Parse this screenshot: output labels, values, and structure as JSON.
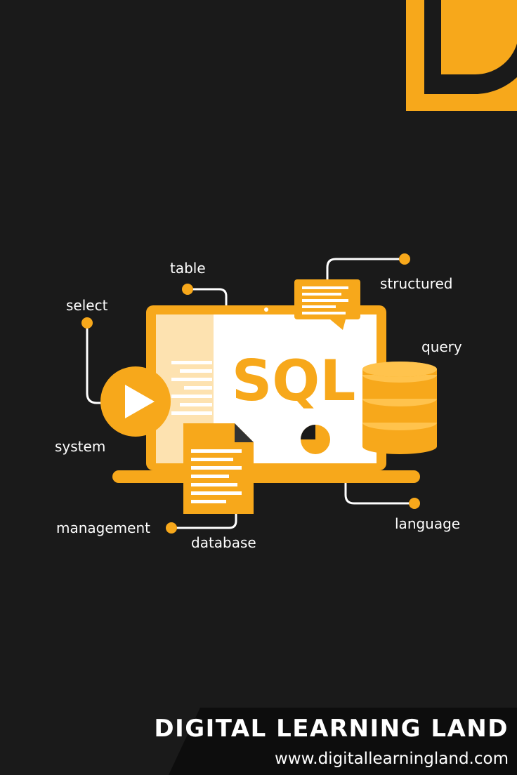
{
  "colors": {
    "background": "#1a1a1a",
    "accent": "#f7a81b",
    "accent_light": "#ffc34d",
    "panel_light": "#fde2b0",
    "screen_white": "#ffffff",
    "footer": "#0d0d0d"
  },
  "logo": {
    "icon": "d-letter-logo-icon"
  },
  "illustration": {
    "screen_text": "SQL",
    "icons": [
      "laptop-icon",
      "play-icon",
      "database-icon",
      "document-icon",
      "chat-bubble-icon",
      "pie-chart-icon"
    ]
  },
  "labels": {
    "table": "table",
    "select": "select",
    "structured": "structured",
    "query": "query",
    "system": "system",
    "management": "management",
    "database": "database",
    "language": "language"
  },
  "footer": {
    "brand": "DIGITAL LEARNING LAND",
    "url": "www.digitallearningland.com"
  }
}
